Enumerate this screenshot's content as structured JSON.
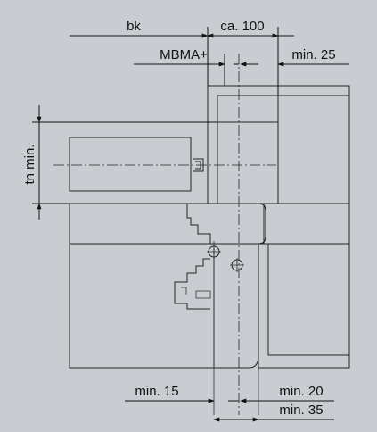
{
  "labels": {
    "bk": "bk",
    "ca100": "ca. 100",
    "mbma": "MBMA+",
    "min25": "min. 25",
    "tn_min": "tn min.",
    "min15": "min. 15",
    "min20": "min. 20",
    "min35": "min. 35"
  },
  "colors": {
    "background": "#c9cdd2",
    "lead_block": "#e9ebed",
    "profile_grey": "#8f9398",
    "stone_fill": "#d8d8d8",
    "stripe_fill": "#f2f2f2"
  }
}
